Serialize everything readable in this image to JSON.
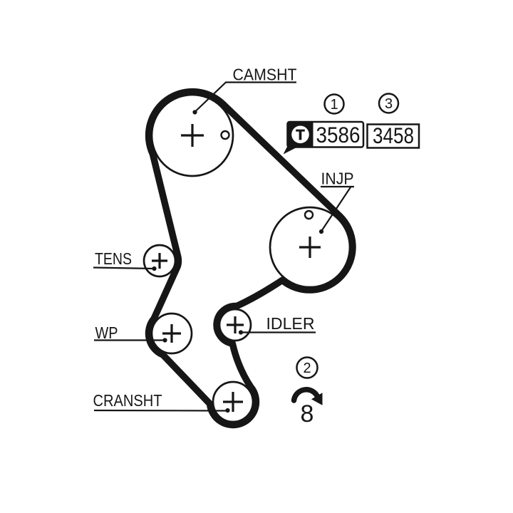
{
  "figure": {
    "type": "timing-belt-routing-diagram",
    "background_color": "#ffffff",
    "line_color": "#161616"
  },
  "labels": {
    "camshaft": "CAMSHT",
    "injection_pump": "INJP",
    "tensioner": "TENS",
    "water_pump": "WP",
    "idler": "IDLER",
    "crankshaft": "CRANSHT"
  },
  "callouts": {
    "ref1": "1",
    "ref2": "2",
    "ref3": "3",
    "part1_number": "3586",
    "part2_number": "3458",
    "logo_letter": "T",
    "rotation_symbol": "8"
  }
}
